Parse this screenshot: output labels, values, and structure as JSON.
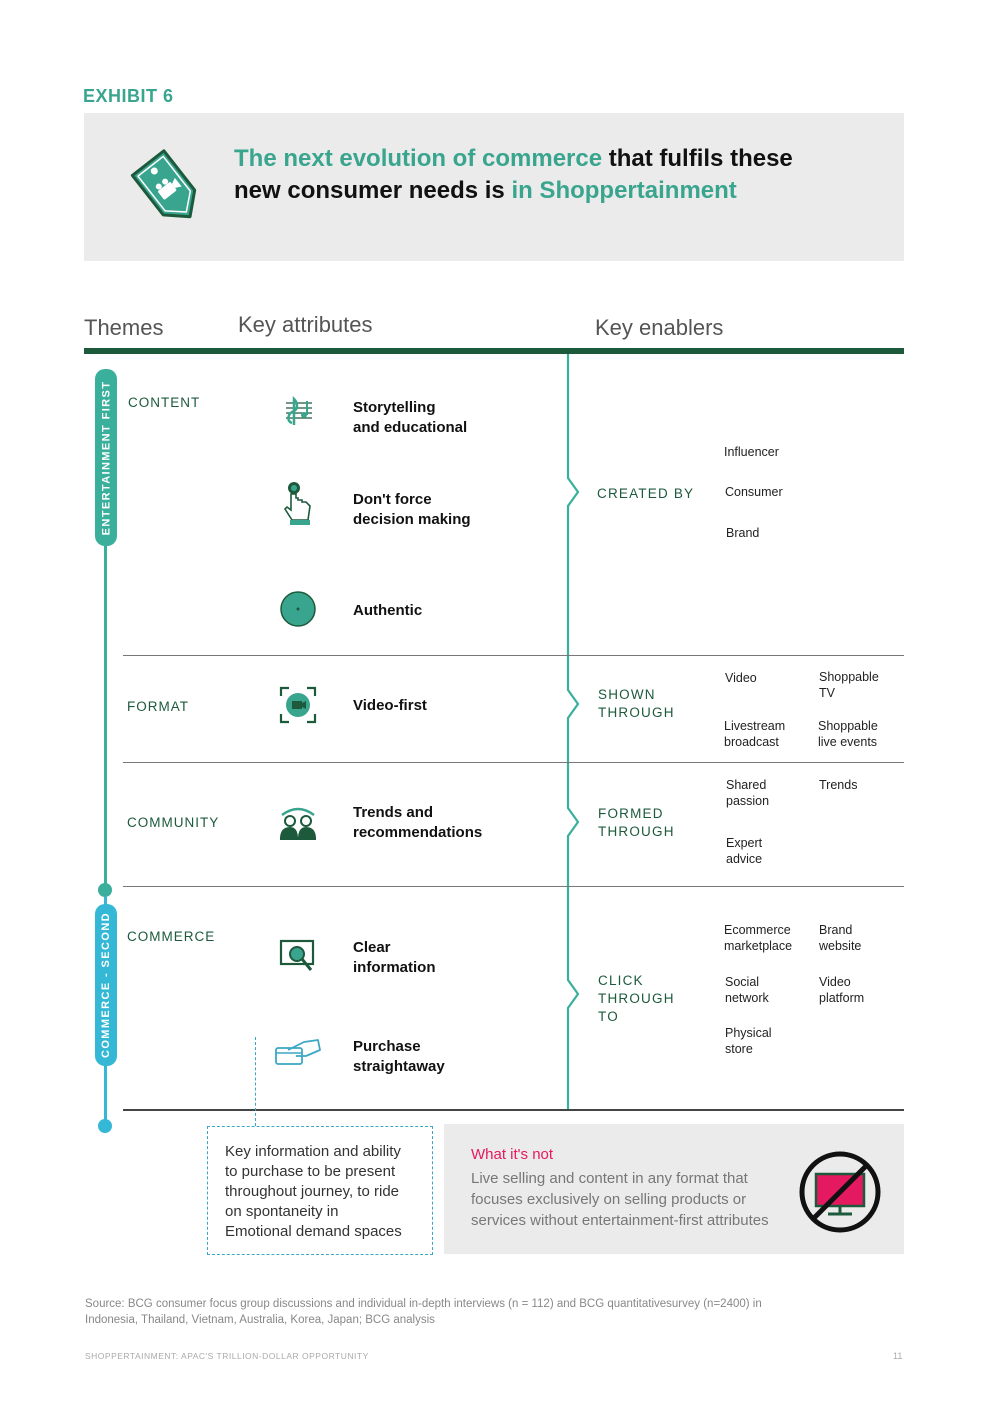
{
  "exhibit_label": "EXHIBIT 6",
  "headline": {
    "part1": "The next evolution of commerce",
    "part2": " that fulfils these new consumer needs is ",
    "part3": "in Shoppertainment"
  },
  "columns": {
    "themes": "Themes",
    "attributes": "Key attributes",
    "enablers": "Key enablers"
  },
  "pillars": {
    "top": "ENTERTAINMENT FIRST",
    "bottom": "COMMERCE - SECOND"
  },
  "themes": {
    "content": "CONTENT",
    "format": "FORMAT",
    "community": "COMMUNITY",
    "commerce": "COMMERCE"
  },
  "attributes": {
    "storytelling_l1": "Storytelling",
    "storytelling_l2": "and educational",
    "dont_force_l1": "Don't force",
    "dont_force_l2": "decision making",
    "authentic": "Authentic",
    "video_first": "Video-first",
    "trends_l1": "Trends and",
    "trends_l2": "recommendations",
    "clear_l1": "Clear",
    "clear_l2": "information",
    "purchase_l1": "Purchase",
    "purchase_l2": "straightaway"
  },
  "enablers": {
    "created_by": "CREATED BY",
    "shown_l1": "SHOWN",
    "shown_l2": "THROUGH",
    "formed_l1": "FORMED",
    "formed_l2": "THROUGH",
    "click_l1": "CLICK",
    "click_l2": "THROUGH",
    "click_l3": "TO",
    "items": {
      "influencer": "Influencer",
      "consumer": "Consumer",
      "brand": "Brand",
      "video": "Video",
      "shoppable_tv_l1": "Shoppable",
      "shoppable_tv_l2": "TV",
      "livestream_l1": "Livestream",
      "livestream_l2": "broadcast",
      "shoppable_live_l1": "Shoppable",
      "shoppable_live_l2": "live events",
      "shared_l1": "Shared",
      "shared_l2": "passion",
      "trends": "Trends",
      "expert_l1": "Expert",
      "expert_l2": "advice",
      "ecom_l1": "Ecommerce",
      "ecom_l2": "marketplace",
      "brand_web_l1": "Brand",
      "brand_web_l2": "website",
      "social_l1": "Social",
      "social_l2": "network",
      "video_plat_l1": "Video",
      "video_plat_l2": "platform",
      "physical_l1": "Physical",
      "physical_l2": "store"
    }
  },
  "note": {
    "l1": "Key information and ability",
    "l2": "to purchase to be present",
    "l3": "throughout journey, to ride",
    "l4": "on spontaneity in",
    "l5": "Emotional demand spaces"
  },
  "what_its_not": {
    "title": "What it's not",
    "l1": "Live selling and content in any format that",
    "l2": "focuses exclusively on selling products or",
    "l3": "services without entertainment-first attributes"
  },
  "source": {
    "l1": "Source: BCG consumer focus group discussions and individual in-depth interviews (n = 112) and BCG quantitativesurvey (n=2400) in",
    "l2": "Indonesia, Thailand, Vietnam, Australia, Korea, Japan; BCG analysis"
  },
  "footer": "SHOPPERTAINMENT: APAC'S TRILLION-DOLLAR OPPORTUNITY",
  "page_number": "11",
  "colors": {
    "teal_green": "#3aa58f",
    "dark_green": "#1d5a3c",
    "pillar_top": "#3aaf9c",
    "pillar_bottom": "#35b7d6",
    "accent_red": "#e5195f"
  }
}
